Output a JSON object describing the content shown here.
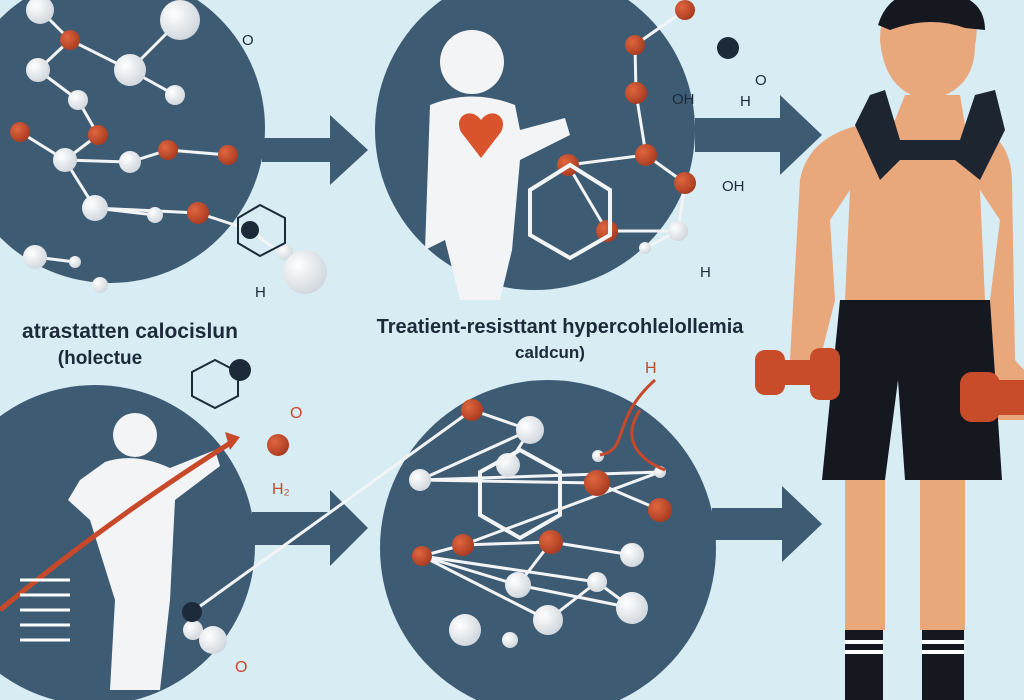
{
  "labels": {
    "left_title": "atrastatten calocislun",
    "left_subtitle": "(holectue",
    "center_title": "Treatient-resisttant hypercohlelollemia",
    "center_subtitle": "caldcun)"
  },
  "chem_labels": {
    "o_top_left": "O",
    "oh_top_center": "OH",
    "o_top_right": "O",
    "h_top_right": "H",
    "oh_center": "OH",
    "h_center": "H",
    "h_left_mid": "H",
    "o_bottom_left": "O",
    "h2_bottom_left": "H₂",
    "h_bottom_center": "H",
    "o_bottom_small": "O"
  },
  "colors": {
    "background": "#d7ecf3",
    "panel": "#3e5b74",
    "atom_red": "#c8482a",
    "atom_white": "#f4f6f8",
    "heart": "#d9532c",
    "skin": "#e9a77c",
    "shorts": "#15191f"
  }
}
